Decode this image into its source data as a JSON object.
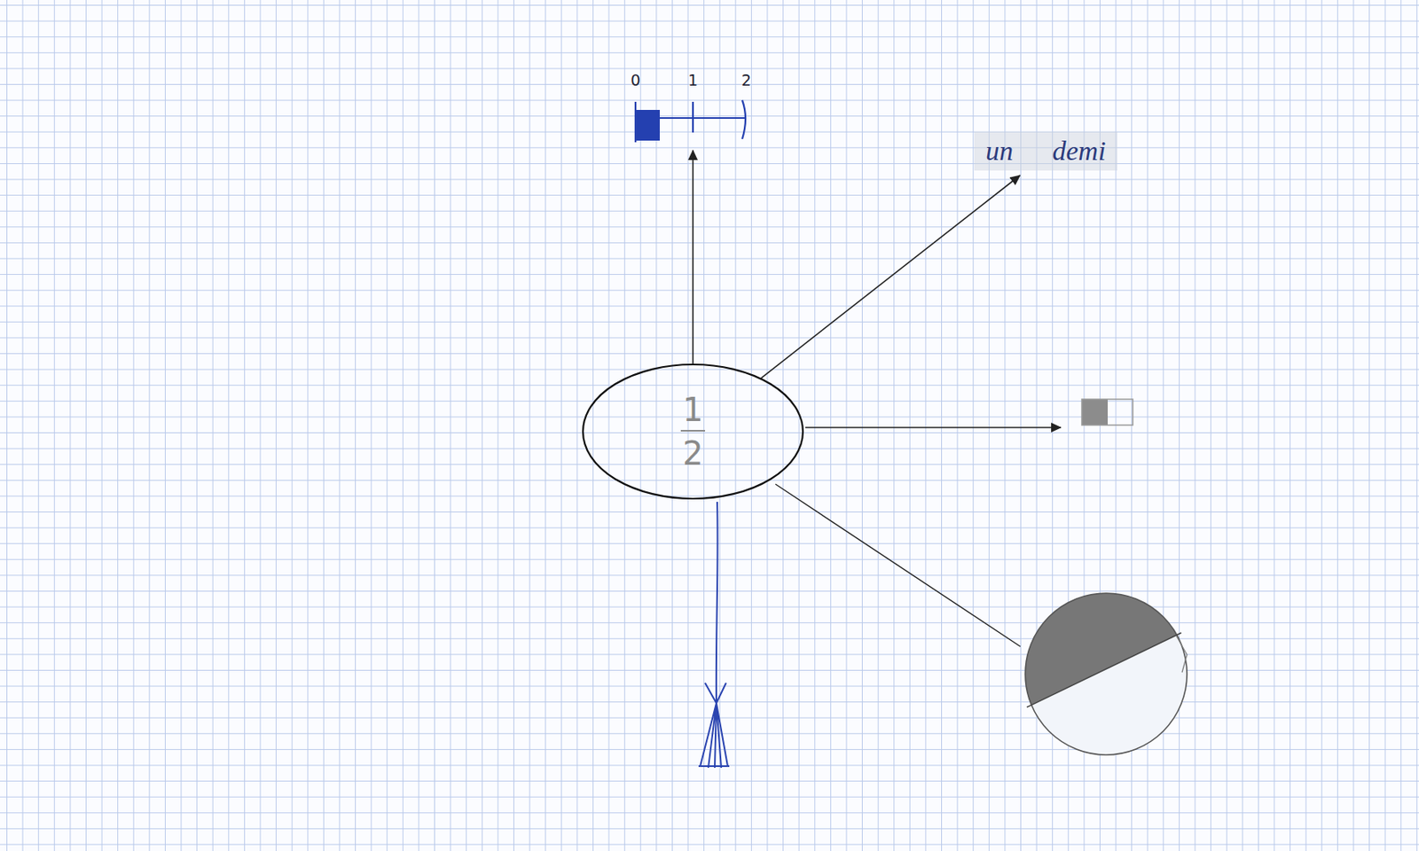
{
  "diagram": {
    "nodes": [
      {
        "text": [
          "1",
          "2"
        ]
      },
      {
        "text": [
          "0",
          "1",
          "2"
        ]
      },
      {
        "text": [
          "un demi"
        ]
      }
    ],
    "edges": [
      {
        "from": 0,
        "to": 1,
        "arrow": "to"
      },
      {
        "from": 0,
        "to": 2,
        "arrow": "to"
      }
    ]
  }
}
